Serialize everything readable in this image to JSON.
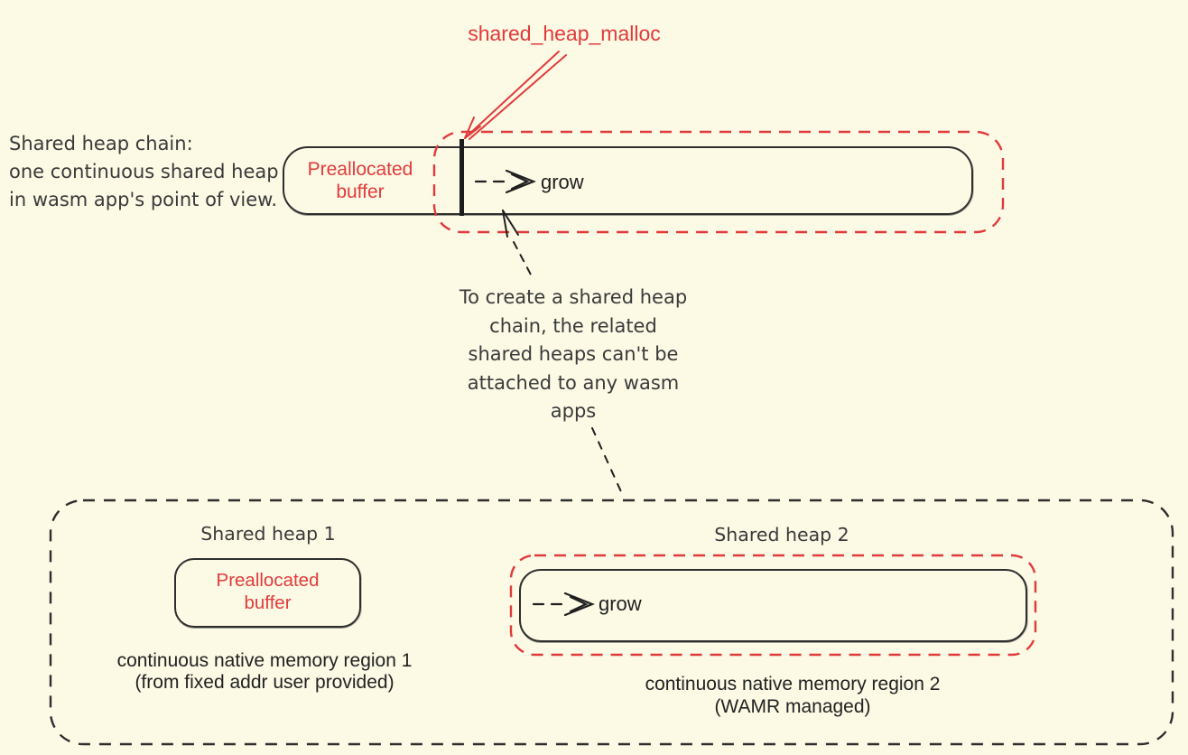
{
  "colors": {
    "background": "#fcf9e5",
    "accent_red": "#e03b3b",
    "ink": "#2e2e2e",
    "text_dark": "#3a3a3a"
  },
  "top": {
    "malloc_label": "shared_heap_malloc",
    "left_note": {
      "lines": [
        "Shared heap chain:",
        "one continuous shared heap",
        "in wasm app's point of view."
      ]
    },
    "heap_bar": {
      "preallocated_lines": [
        "Preallocated",
        "buffer"
      ],
      "grow_label": "grow"
    }
  },
  "middle_note": {
    "lines": [
      "To create a shared heap",
      "chain, the related",
      "shared heaps can't be",
      "attached to any wasm",
      "apps"
    ]
  },
  "bottom": {
    "heap1": {
      "title": "Shared heap 1",
      "box_lines": [
        "Preallocated",
        "buffer"
      ],
      "caption_lines": [
        "continuous native memory region 1",
        "(from fixed addr user provided)"
      ]
    },
    "heap2": {
      "title": "Shared heap 2",
      "grow_label": "grow",
      "caption_lines": [
        "continuous native memory region 2",
        "(WAMR managed)"
      ]
    }
  }
}
